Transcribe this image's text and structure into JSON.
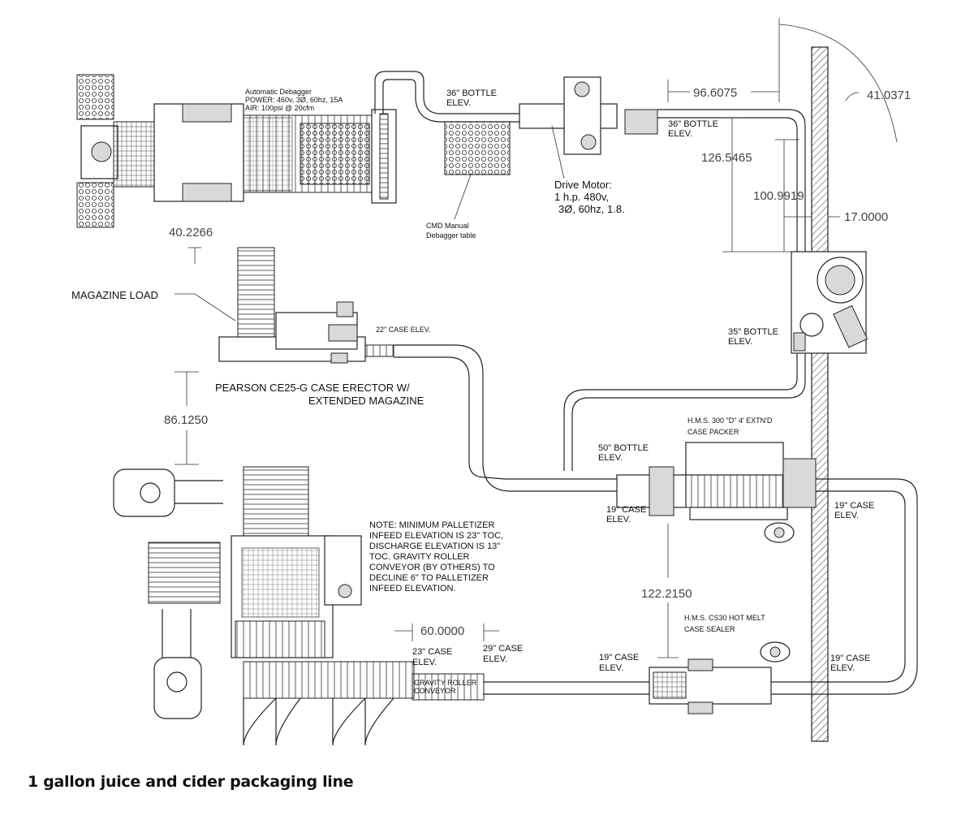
{
  "caption": "1 gallon juice and cider packaging line",
  "labels": {
    "debagger_title": "Automatic Debagger",
    "debagger_power": "POWER: 460v, 3Ø, 60hz, 15A",
    "debagger_air": "AIR: 100psi @ 20cfm",
    "bottle_elev_36a_1": "36\" BOTTLE",
    "bottle_elev_36a_2": "ELEV.",
    "bottle_elev_36b_1": "36\" BOTTLE",
    "bottle_elev_36b_2": "ELEV.",
    "debagger_table_1": "CMD Manual",
    "debagger_table_2": "Debagger table",
    "drive_motor_1": "Drive Motor:",
    "drive_motor_2": "1 h.p. 480v,",
    "drive_motor_3": "3Ø, 60hz, 1.8.",
    "magazine_load": "MAGAZINE LOAD",
    "case_elev_22": "22\" CASE ELEV.",
    "case_erector_1": "PEARSON CE25-G CASE ERECTOR W/",
    "case_erector_2": "EXTENDED MAGAZINE",
    "bottle_elev_35_1": "35\" BOTTLE",
    "bottle_elev_35_2": "ELEV.",
    "case_packer_1": "H.M.S. 300 \"D\" 4' EXTN'D",
    "case_packer_2": "CASE PACKER",
    "bottle_elev_50_1": "50\" BOTTLE",
    "bottle_elev_50_2": "ELEV.",
    "case_elev_19a_1": "19\" CASE",
    "case_elev_19a_2": "ELEV.",
    "case_elev_19b_1": "19\" CASE",
    "case_elev_19b_2": "ELEV.",
    "note_1": "NOTE:  MINIMUM PALLETIZER",
    "note_2": "INFEED ELEVATION IS 23\" TOC,",
    "note_3": "DISCHARGE ELEVATION IS 13\"",
    "note_4": "TOC.  GRAVITY ROLLER",
    "note_5": "CONVEYOR (BY OTHERS) TO",
    "note_6": "DECLINE 6\" TO PALLETIZER",
    "note_7": "INFEED ELEVATION.",
    "case_sealer_1": "H.M.S. CS30 HOT MELT",
    "case_sealer_2": "CASE SEALER",
    "case_elev_23_1": "23\" CASE",
    "case_elev_23_2": "ELEV.",
    "case_elev_29_1": "29\" CASE",
    "case_elev_29_2": "ELEV.",
    "case_elev_19c_1": "19\" CASE",
    "case_elev_19c_2": "ELEV.",
    "case_elev_19d_1": "19\" CASE",
    "case_elev_19d_2": "ELEV.",
    "gravity_1": "GRAVITY ROLLER",
    "gravity_2": "CONVEYOR"
  },
  "dimensions": {
    "d1": "96.6075",
    "d2": "41.0371",
    "d3": "126.5465",
    "d4": "100.9919",
    "d5": "17.0000",
    "d6": "40.2266",
    "d7": "86.1250",
    "d8": "122.2150",
    "d9": "60.0000"
  }
}
